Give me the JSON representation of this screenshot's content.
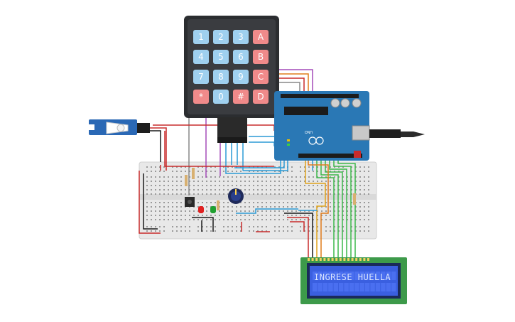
{
  "keypad": {
    "rows": [
      [
        "1",
        "2",
        "3",
        "A"
      ],
      [
        "4",
        "5",
        "6",
        "B"
      ],
      [
        "7",
        "8",
        "9",
        "C"
      ],
      [
        "*",
        "0",
        "#",
        "D"
      ]
    ],
    "colors": {
      "digit": "#9fd0ef",
      "letter": "#f08a8a",
      "body": "#2b2d30"
    }
  },
  "lcd": {
    "line1": "INGRESE HUELLA",
    "line2": ""
  },
  "arduino": {
    "model": "UNO"
  },
  "colors": {
    "arduino": "#2a78b5",
    "lcd_board": "#3d9a4a",
    "lcd_screen": "#3a5fe0",
    "breadboard": "#e6e6e6",
    "servo": "#2a68b5"
  }
}
